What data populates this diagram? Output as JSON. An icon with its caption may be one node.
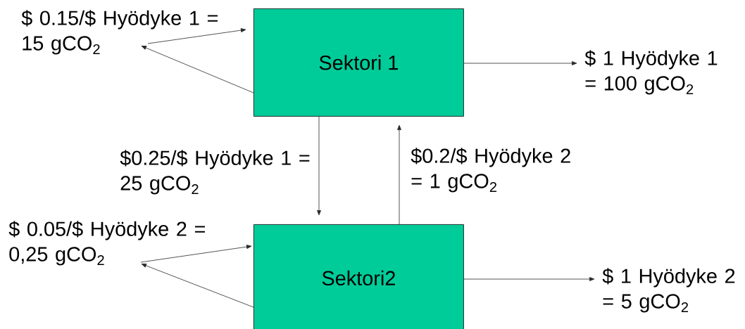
{
  "diagram": {
    "nodes": [
      {
        "text": [
          "Sektori 1"
        ]
      },
      {
        "text": [
          "Sektori2"
        ]
      },
      {
        "text": [
          "$ 0.15/$ Hyödyke 1 = 15 gCO$_{2}$"
        ]
      },
      {
        "text": [
          "$ 1 Hyödyke 1 = 100 gCO$_{2}$"
        ]
      },
      {
        "text": [
          "$ 0.05/$ Hyödyke 2 = 0,25 gCO$_{2}$"
        ]
      },
      {
        "text": [
          "$ 1 Hyödyke 2 = 5 gCO$_{2}$"
        ]
      }
    ],
    "edges": [
      {
        "from": 2,
        "to": 0,
        "arrow": "to"
      },
      {
        "from": 0,
        "to": 2,
        "arrow": "to"
      },
      {
        "from": 0,
        "to": 3,
        "arrow": "to"
      },
      {
        "from": 0,
        "to": 1,
        "arrow": "to",
        "label": "$0.25/$ Hyödyke 1 = 25 gCO$_{2}$"
      },
      {
        "from": 1,
        "to": 0,
        "arrow": "to",
        "label": "$0.2/$ Hyödyke 2 = 1 gCO$_{2}$"
      },
      {
        "from": 4,
        "to": 1,
        "arrow": "to"
      },
      {
        "from": 1,
        "to": 4,
        "arrow": "to"
      },
      {
        "from": 1,
        "to": 5,
        "arrow": "to"
      }
    ]
  }
}
